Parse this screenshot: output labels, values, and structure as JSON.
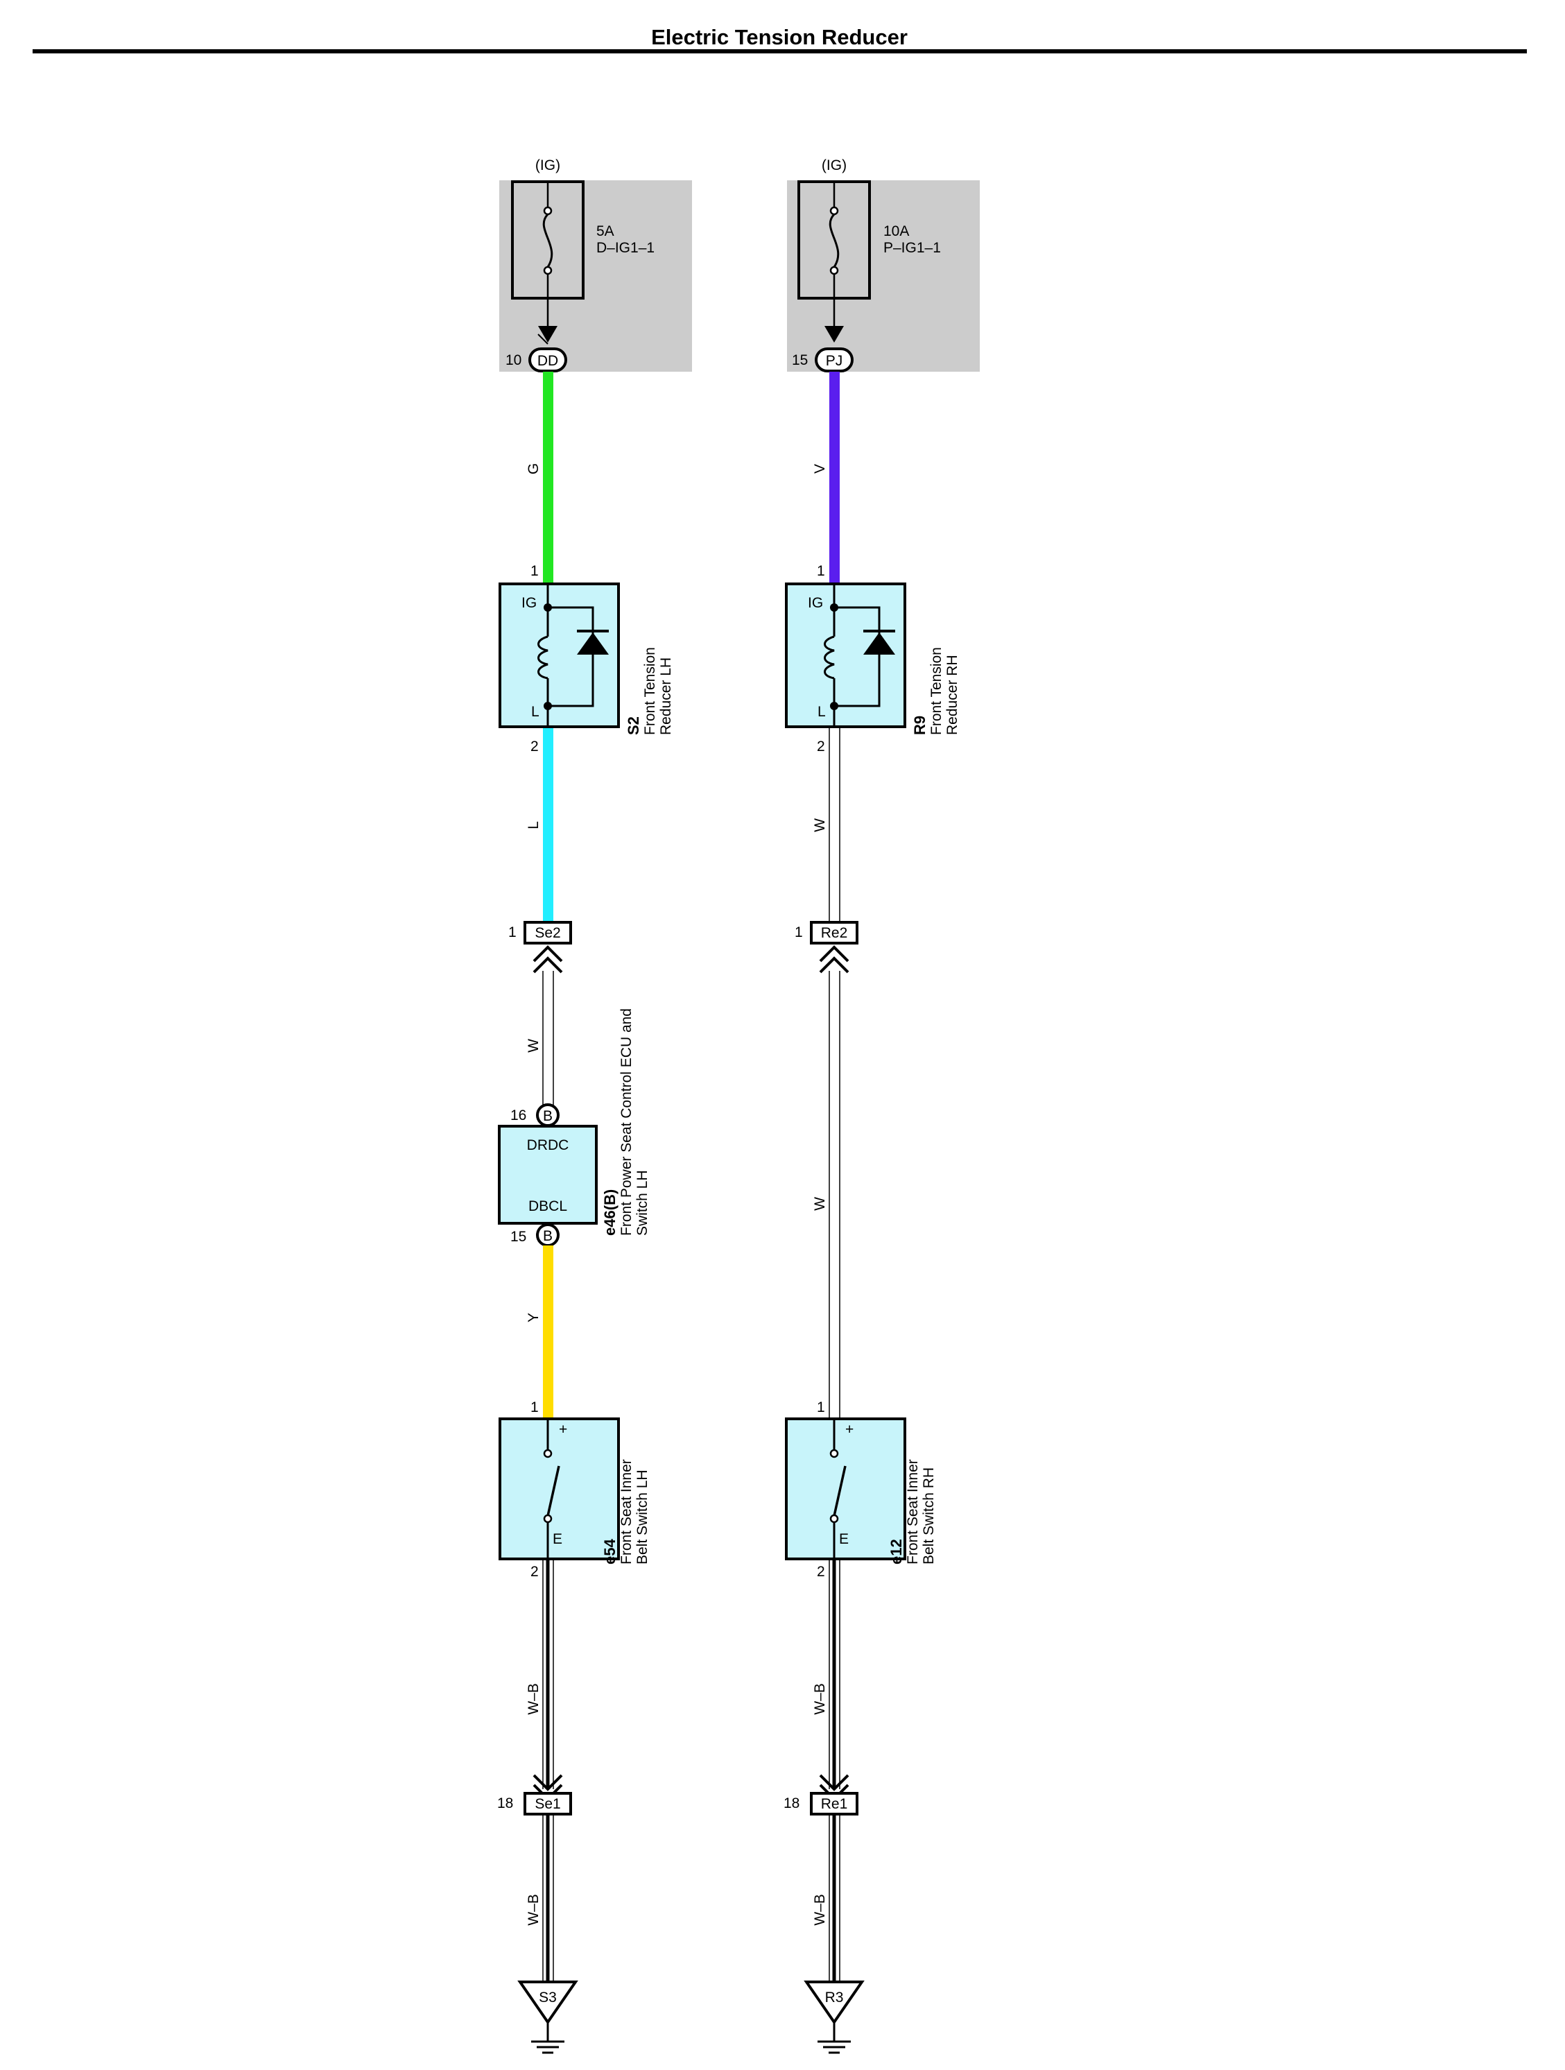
{
  "title": "Electric Tension Reducer",
  "colors": {
    "wire_green": "#22e622",
    "wire_violet": "#5a1eee",
    "wire_blue": "#22eeff",
    "wire_yellow": "#ffdd00",
    "box_fill": "#c8f4fa",
    "fuse_zone": "#cccccc"
  },
  "left": {
    "power_label": "(IG)",
    "fuse_amp": "5A",
    "fuse_name": "D–IG1–1",
    "top_pin": "10",
    "top_connector": "DD",
    "wire_1": "G",
    "reducer_pin_1": "1",
    "reducer_pin_2": "2",
    "reducer_term_ig": "IG",
    "reducer_term_l": "L",
    "reducer_code": "S2",
    "reducer_name_1": "Front Tension",
    "reducer_name_2": "Reducer LH",
    "wire_2": "L",
    "junction_pin": "1",
    "junction_name": "Se2",
    "wire_3": "W",
    "ecu_pin_top": "16",
    "ecu_conn": "B",
    "ecu_term_top": "DRDC",
    "ecu_term_bottom": "DBCL",
    "ecu_pin_bottom": "15",
    "ecu_code": "e46(B)",
    "ecu_name_1": "Front Power Seat Control ECU and",
    "ecu_name_2": "Switch LH",
    "wire_4": "Y",
    "switch_pin_1": "1",
    "switch_pin_2": "2",
    "switch_term_plus": "+",
    "switch_term_e": "E",
    "switch_code": "e54",
    "switch_name_1": "Front Seat Inner",
    "switch_name_2": "Belt Switch LH",
    "wire_5": "W–B",
    "junction2_pin": "18",
    "junction2_name": "Se1",
    "wire_6": "W–B",
    "ground_name": "S3"
  },
  "right": {
    "power_label": "(IG)",
    "fuse_amp": "10A",
    "fuse_name": "P–IG1–1",
    "top_pin": "15",
    "top_connector": "PJ",
    "wire_1": "V",
    "reducer_pin_1": "1",
    "reducer_pin_2": "2",
    "reducer_term_ig": "IG",
    "reducer_term_l": "L",
    "reducer_code": "R9",
    "reducer_name_1": "Front Tension",
    "reducer_name_2": "Reducer RH",
    "wire_2": "W",
    "junction_pin": "1",
    "junction_name": "Re2",
    "wire_3": "W",
    "switch_pin_1": "1",
    "switch_pin_2": "2",
    "switch_term_plus": "+",
    "switch_term_e": "E",
    "switch_code": "e12",
    "switch_name_1": "Front Seat Inner",
    "switch_name_2": "Belt Switch RH",
    "wire_5": "W–B",
    "junction2_pin": "18",
    "junction2_name": "Re1",
    "wire_6": "W–B",
    "ground_name": "R3"
  }
}
